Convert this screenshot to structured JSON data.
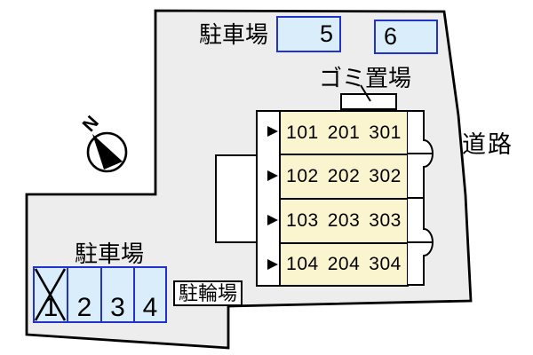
{
  "plan": {
    "type": "site-plan"
  },
  "colors": {
    "site_fill": "#ededed",
    "outline": "#000000",
    "parking_space_fill": "#daedfb",
    "parking_space_border": "#2233cc",
    "unit_fill": "#faf4cf",
    "structure_fill": "#ffffff"
  },
  "compass": {
    "label": "N"
  },
  "top_parking": {
    "label": "駐車場",
    "spaces": [
      {
        "number": "5"
      },
      {
        "number": "6"
      }
    ]
  },
  "garbage": {
    "label": "ゴミ置場"
  },
  "building": {
    "units": [
      {
        "rooms": [
          "101",
          "201",
          "301"
        ]
      },
      {
        "rooms": [
          "102",
          "202",
          "302"
        ]
      },
      {
        "rooms": [
          "103",
          "203",
          "303"
        ]
      },
      {
        "rooms": [
          "104",
          "204",
          "304"
        ]
      }
    ]
  },
  "road": {
    "label": "道路"
  },
  "bottom_parking": {
    "label": "駐車場",
    "spaces": [
      {
        "number": "1",
        "crossed": true
      },
      {
        "number": "2",
        "crossed": false
      },
      {
        "number": "3",
        "crossed": false
      },
      {
        "number": "4",
        "crossed": false
      }
    ]
  },
  "bicycle_parking": {
    "label": "駐輪場"
  },
  "icons": {
    "unit_arrow": "right-filled-triangle",
    "compass_needle": "north-needle",
    "crossed_space": "x-mark"
  }
}
